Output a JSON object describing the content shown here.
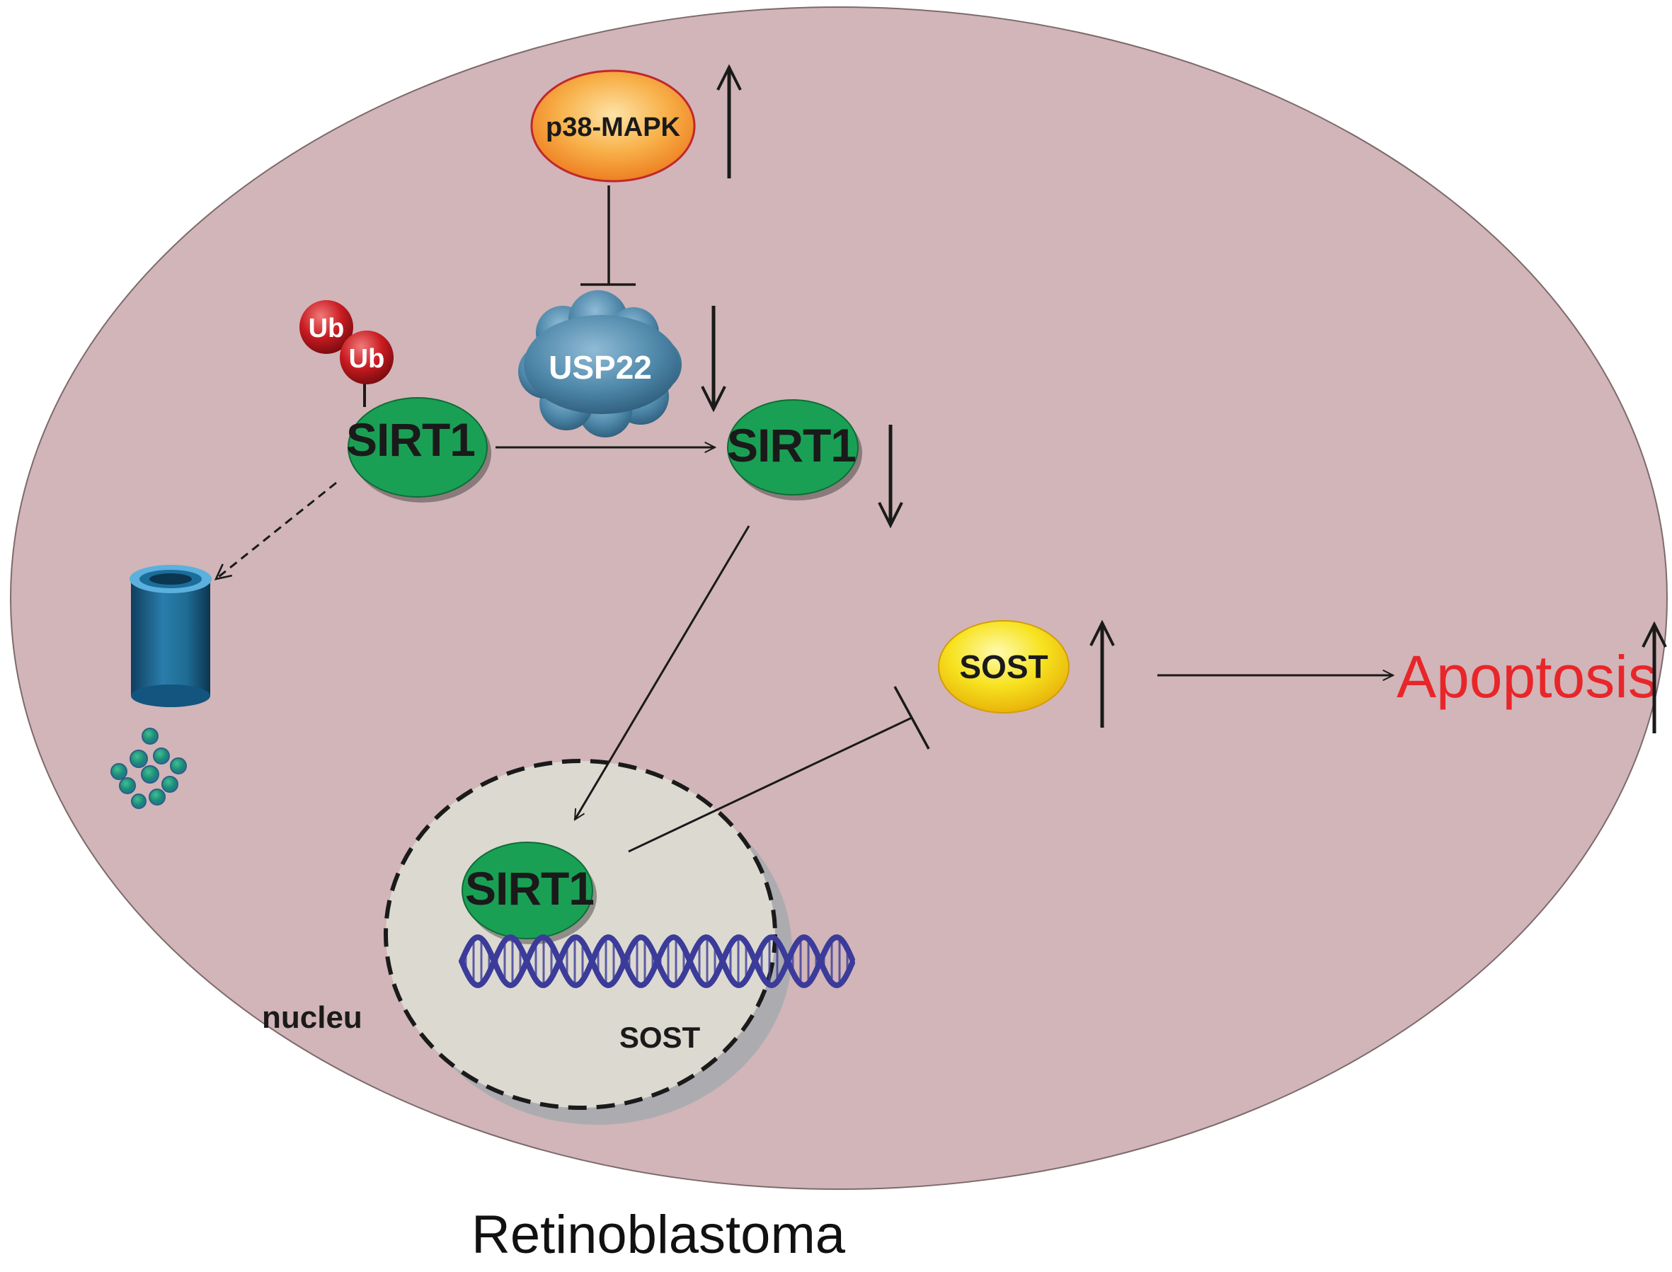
{
  "labels": {
    "p38": "p38-MAPK",
    "usp22": "USP22",
    "ub": "Ub",
    "sirt1": "SIRT1",
    "sost_protein": "SOST",
    "sost_gene": "SOST",
    "nucleus": "nucleu",
    "apoptosis": "Apoptosis",
    "cell_type": "Retinoblastoma"
  },
  "colors": {
    "cell": "#d1b5b8",
    "nucleus": "#dcd9d0",
    "sirt1": "#1aa055",
    "p38_fill": "#f7a132",
    "sost_fill": "#f3d617",
    "usp22_fill": "#4d8aab",
    "ub_fill": "#c91c22",
    "proteasome": "#1f6c95",
    "dna": "#3b3b9a",
    "apoptosis": "#e8262a"
  },
  "icons": {
    "proteasome": "proteasome-cylinder-icon",
    "fragments": "peptide-fragments-icon",
    "dna": "dna-helix-icon"
  }
}
